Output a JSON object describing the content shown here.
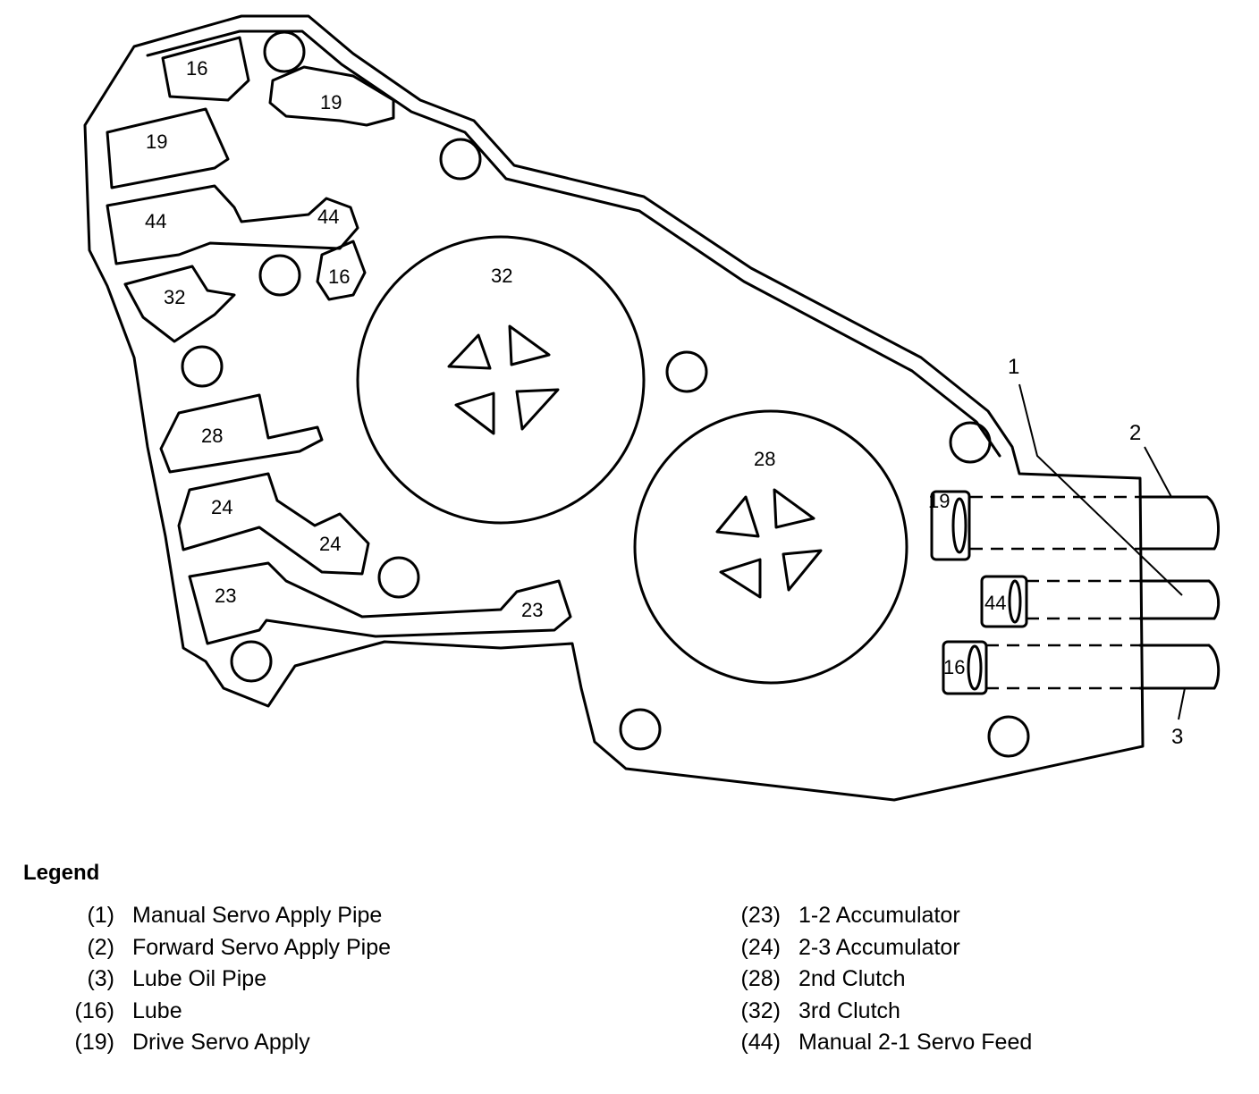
{
  "diagram": {
    "passage_labels": {
      "p16_top": "16",
      "p19_upper": "19",
      "p19_left": "19",
      "p44_left": "44",
      "p44_right": "44",
      "p16_small": "16",
      "p32_small": "32",
      "p32_circle": "32",
      "p28_small": "28",
      "p28_circle": "28",
      "p24_left": "24",
      "p24_right": "24",
      "p23_left": "23",
      "p23_right": "23",
      "port19": "19",
      "port44": "44",
      "port16": "16"
    },
    "callouts": {
      "c1": "1",
      "c2": "2",
      "c3": "3"
    }
  },
  "legend": {
    "title": "Legend",
    "left": [
      {
        "num": "(1)",
        "label": "Manual Servo Apply Pipe"
      },
      {
        "num": "(2)",
        "label": "Forward Servo Apply Pipe"
      },
      {
        "num": "(3)",
        "label": "Lube Oil Pipe"
      },
      {
        "num": "(16)",
        "label": "Lube"
      },
      {
        "num": "(19)",
        "label": "Drive Servo Apply"
      }
    ],
    "right": [
      {
        "num": "(23)",
        "label": "1-2 Accumulator"
      },
      {
        "num": "(24)",
        "label": "2-3 Accumulator"
      },
      {
        "num": "(28)",
        "label": "2nd Clutch"
      },
      {
        "num": "(32)",
        "label": "3rd Clutch"
      },
      {
        "num": "(44)",
        "label": "Manual 2-1 Servo Feed"
      }
    ]
  }
}
